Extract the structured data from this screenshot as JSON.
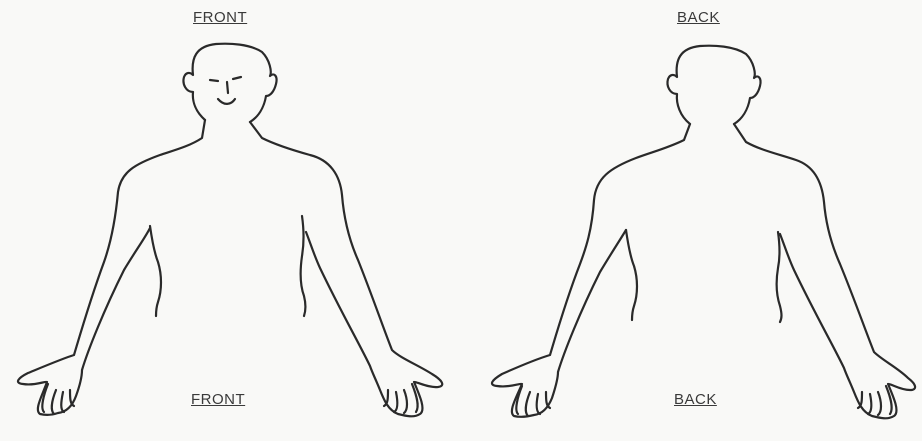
{
  "front": {
    "label_top": "FRONT",
    "label_bottom": "FRONT"
  },
  "back": {
    "label_top": "BACK",
    "label_bottom": "BACK"
  },
  "colors": {
    "background": "#f9f9f7",
    "outline": "#2a2a2a",
    "label_text": "#3a3a3a"
  }
}
